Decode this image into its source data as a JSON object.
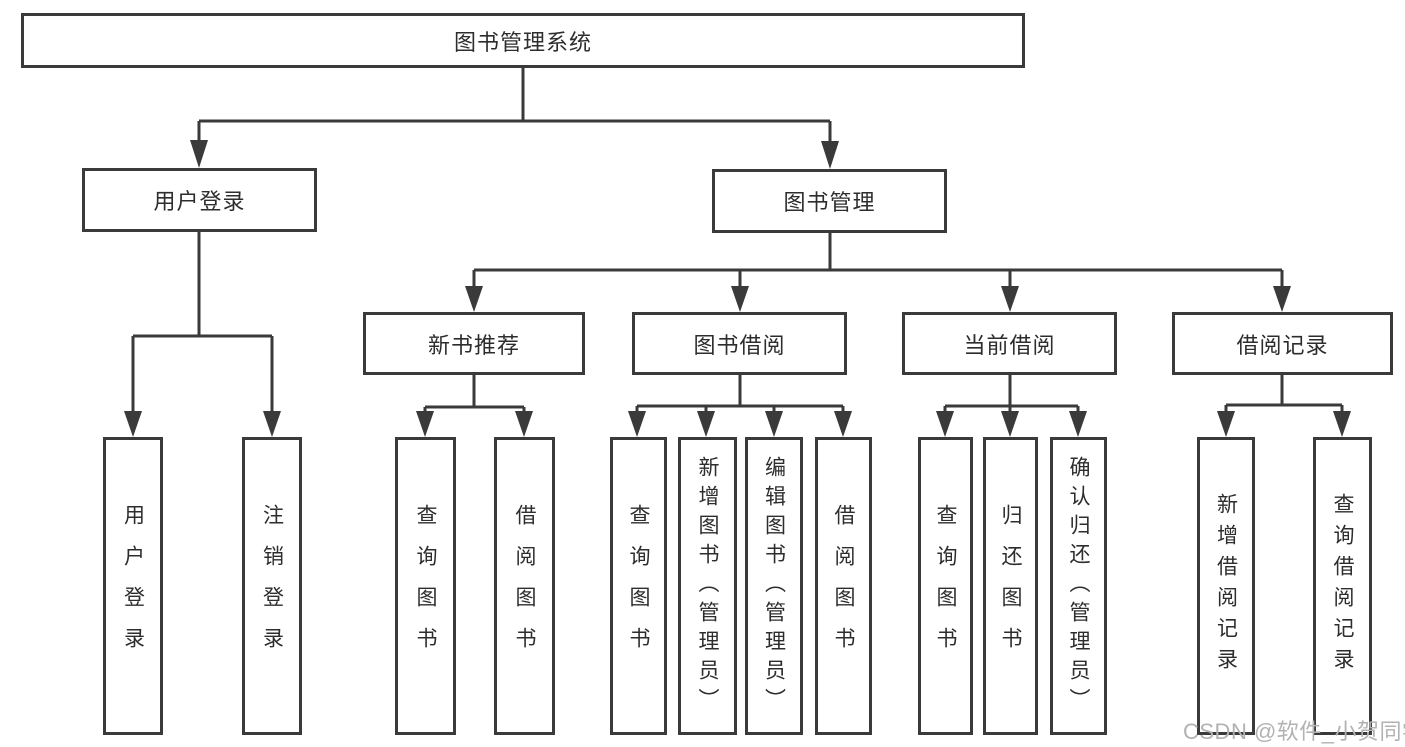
{
  "diagram": {
    "root": {
      "label": "图书管理系统"
    },
    "level2": {
      "user_login": {
        "label": "用户登录"
      },
      "book_mgmt": {
        "label": "图书管理"
      }
    },
    "level3": {
      "new_books": {
        "label": "新书推荐"
      },
      "book_borrow": {
        "label": "图书借阅"
      },
      "current_borrow": {
        "label": "当前借阅"
      },
      "borrow_records": {
        "label": "借阅记录"
      }
    },
    "level4": {
      "user_login_leaf": {
        "label": "用户登录"
      },
      "logout": {
        "label": "注销登录"
      },
      "nb_query": {
        "label": "查询图书"
      },
      "nb_borrow": {
        "label": "借阅图书"
      },
      "bb_query": {
        "label": "查询图书"
      },
      "bb_add": {
        "label": "新增图书（管理员）"
      },
      "bb_edit": {
        "label": "编辑图书（管理员）"
      },
      "bb_borrow": {
        "label": "借阅图书"
      },
      "cb_query": {
        "label": "查询图书"
      },
      "cb_return": {
        "label": "归还图书"
      },
      "cb_confirm": {
        "label": "确认归还（管理员）"
      },
      "br_add": {
        "label": "新增借阅记录"
      },
      "br_query": {
        "label": "查询借阅记录"
      }
    }
  },
  "watermark": {
    "text": "CSDN @软件_小贺同学"
  },
  "colors": {
    "line": "#3a3a3a",
    "text": "#2d2d2d",
    "watermark": "#b2b2b2",
    "background": "#ffffff"
  }
}
